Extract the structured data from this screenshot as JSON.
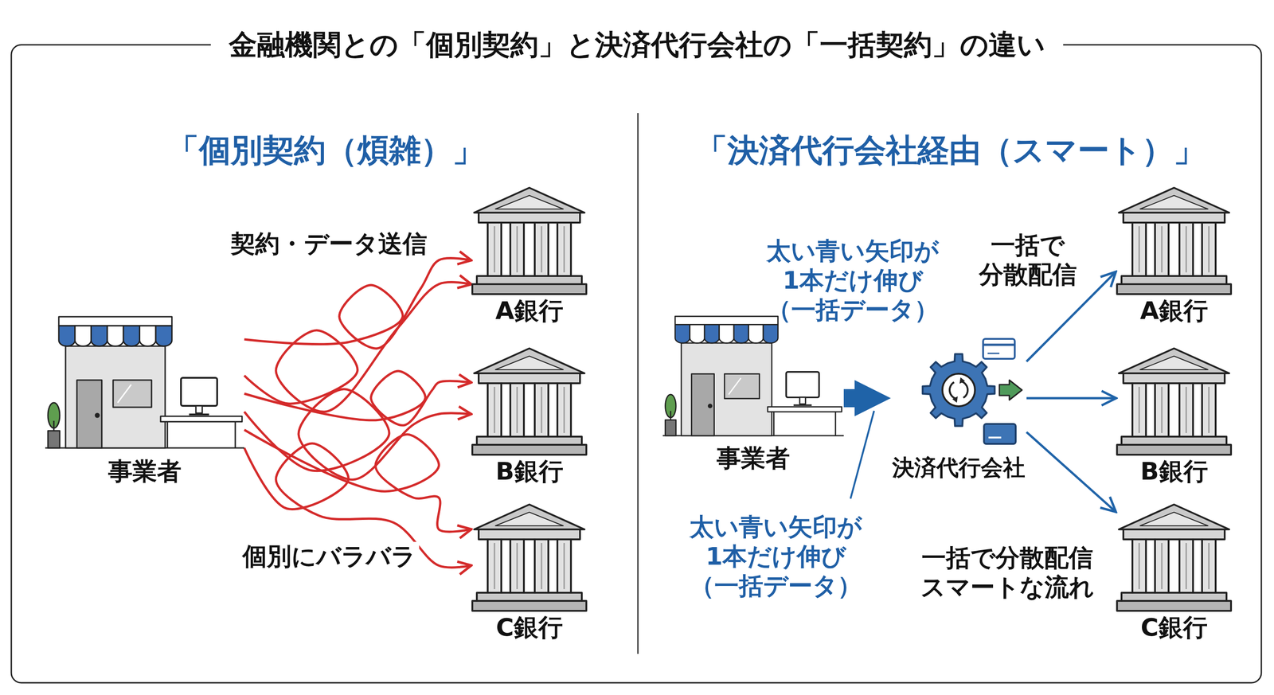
{
  "diagram": {
    "title": "金融機関との「個別契約」と決済代行会社の「一括契約」の違い",
    "nodes": [
      {
        "text": [
          "事業者"
        ]
      },
      {
        "text": [
          "A銀行"
        ]
      },
      {
        "text": [
          "B銀行"
        ]
      },
      {
        "text": [
          "C銀行"
        ]
      },
      {
        "text": [
          "事業者"
        ]
      },
      {
        "text": [
          "決済代行会社"
        ]
      },
      {
        "text": [
          "A銀行"
        ]
      },
      {
        "text": [
          "B銀行"
        ]
      },
      {
        "text": [
          "C銀行"
        ]
      }
    ],
    "edges": [
      {
        "from": 0,
        "to": 1,
        "arrow": "to"
      },
      {
        "from": 0,
        "to": 1,
        "arrow": "to"
      },
      {
        "from": 0,
        "to": 2,
        "arrow": "to"
      },
      {
        "from": 0,
        "to": 2,
        "arrow": "to"
      },
      {
        "from": 0,
        "to": 3,
        "arrow": "to"
      },
      {
        "from": 0,
        "to": 3,
        "arrow": "to"
      },
      {
        "from": 4,
        "to": 5,
        "arrow": "to"
      },
      {
        "from": 5,
        "to": 6,
        "arrow": "to"
      },
      {
        "from": 5,
        "to": 7,
        "arrow": "to"
      },
      {
        "from": 5,
        "to": 8,
        "arrow": "to"
      }
    ],
    "labels": [
      "「個別契約（煩雑）」",
      "「決済代行会社経由（スマート）」",
      "契約・データ送信",
      "個別にバラバラ",
      "太い青い矢印が 1本だけ伸び （一括データ）",
      "一括で 分散配信",
      "太い青い矢印が 1本だけ伸び （一括データ）",
      "一括で分散配信 スマートな流れ"
    ]
  }
}
